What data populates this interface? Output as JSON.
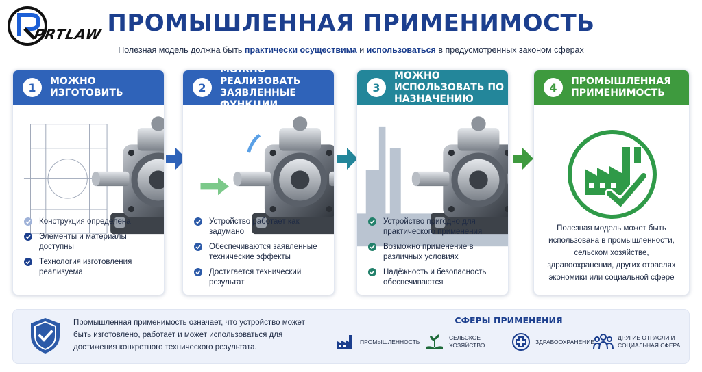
{
  "logo": {
    "text": "PRTLAW"
  },
  "title": "ПРОМЫШЛЕННАЯ ПРИМЕНИМОСТЬ",
  "subtitle": {
    "part1": "Полезная модель должна быть ",
    "hl1": "практически осуществима",
    "part2": " и ",
    "hl2": "использоваться",
    "part3": " в предусмотренных законом сферах"
  },
  "colors": {
    "blue": "#2f63b9",
    "navy": "#1c3f8e",
    "teal": "#23869a",
    "green": "#3e9a3e",
    "check_blue": "#2c5aa8",
    "check_teal": "#22806a"
  },
  "cards": [
    {
      "number": "1",
      "title": "МОЖНО ИЗГОТОВИТЬ",
      "items": [
        "Конструкция определена",
        "Элементы и материалы доступны",
        "Технология изготовления реализуема"
      ]
    },
    {
      "number": "2",
      "title": "МОЖНО РЕАЛИЗОВАТЬ ЗАЯВЛЕННЫЕ ФУНКЦИИ",
      "items": [
        "Устройство работает как задумано",
        "Обеспечиваются заявленные технические эффекты",
        "Достигается технический результат"
      ]
    },
    {
      "number": "3",
      "title": "МОЖНО ИСПОЛЬЗОВАТЬ ПО НАЗНАЧЕНИЮ",
      "items": [
        "Устройство пригодно для практического применения",
        "Возможно применение в различных условиях",
        "Надёжность и безопасность обеспечиваются"
      ]
    },
    {
      "number": "4",
      "title": "ПРОМЫШЛЕННАЯ ПРИМЕНИМОСТЬ",
      "description": "Полезная модель может быть использована в промышленности, сельском хозяйстве, здравоохранении, других отраслях экономики или социальной сфере"
    }
  ],
  "bottom": {
    "text": "Промышленная применимость означает, что устройство может быть изготовлено, работает и может использоваться для достижения конкретного технического результата.",
    "spheres_title": "СФЕРЫ ПРИМЕНЕНИЯ",
    "spheres": [
      {
        "icon": "factory-icon",
        "label": "ПРОМЫШЛЕННОСТЬ"
      },
      {
        "icon": "plant-hands-icon",
        "label": "СЕЛЬСКОЕ ХОЗЯЙСТВО"
      },
      {
        "icon": "medical-cross-icon",
        "label": "ЗДРАВООХРАНЕНИЕ"
      },
      {
        "icon": "people-group-icon",
        "label": "ДРУГИЕ ОТРАСЛИ И СОЦИАЛЬНАЯ СФЕРА"
      }
    ]
  }
}
